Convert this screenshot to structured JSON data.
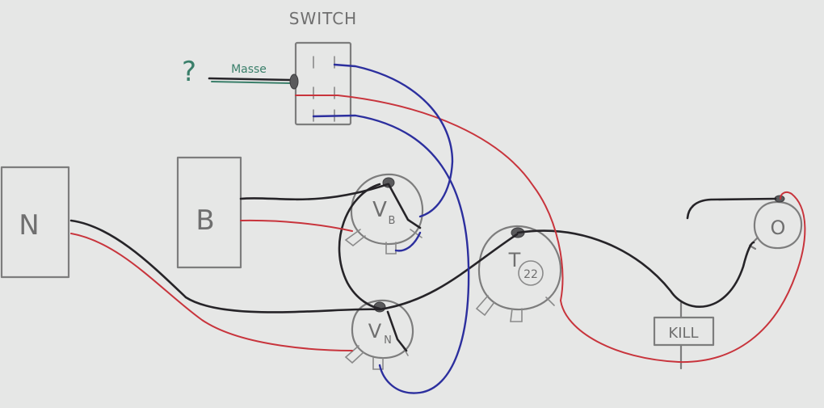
{
  "diagram": {
    "switch": {
      "label": "SWITCH",
      "ground_label": "Masse",
      "question_mark": "?"
    },
    "pickups": [
      {
        "id": "neck",
        "label": "N"
      },
      {
        "id": "bridge",
        "label": "B"
      }
    ],
    "pots": [
      {
        "id": "vol-bridge",
        "label": "V",
        "subscript": "B"
      },
      {
        "id": "vol-neck",
        "label": "V",
        "subscript": "N"
      },
      {
        "id": "tone",
        "label": "T",
        "cap_label": "22"
      }
    ],
    "kill_switch": {
      "label": "KILL"
    },
    "jack": {
      "label": "O"
    },
    "colors": {
      "paper": "#e6e7e6",
      "pencil": "#7d7d7d",
      "black_wire": "#262428",
      "red_wire": "#c8343c",
      "blue_wire": "#2c2f9e",
      "green_ink": "#3a7f6a"
    }
  }
}
